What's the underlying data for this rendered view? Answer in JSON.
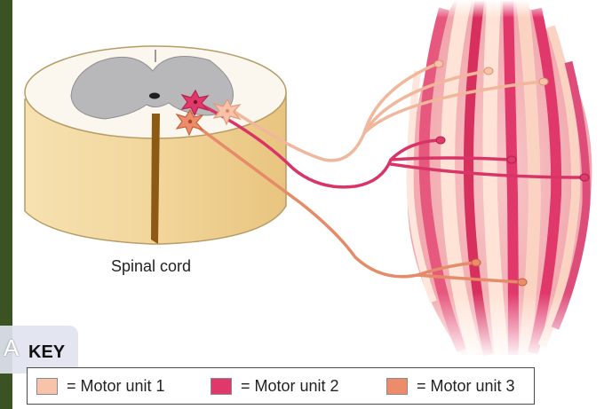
{
  "labels": {
    "spinal_cord": "Spinal cord",
    "key_title": "KEY",
    "key_prefix": "A"
  },
  "legend": [
    {
      "label": "= Motor unit 1",
      "color": "#f7c3aa"
    },
    {
      "label": "= Motor unit 2",
      "color": "#e1386b"
    },
    {
      "label": "= Motor unit 3",
      "color": "#ec8c6a"
    }
  ],
  "colors": {
    "motor_unit_1": "#f7c3aa",
    "motor_unit_2": "#e1386b",
    "motor_unit_3": "#ec8c6a",
    "cord_tan": "#f2d69b",
    "grey_matter": "#b8b8bb"
  }
}
